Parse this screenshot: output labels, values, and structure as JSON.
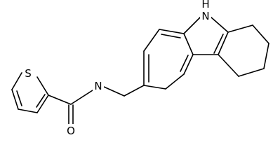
{
  "molecule": {
    "atoms": {
      "thiophene_S": "S",
      "amide_N": "N",
      "carbonyl_O": "O",
      "indole_N": "N",
      "indole_H": "H"
    },
    "colors": {
      "bond": "#000000",
      "label": "#000000",
      "background": "#ffffff"
    }
  }
}
